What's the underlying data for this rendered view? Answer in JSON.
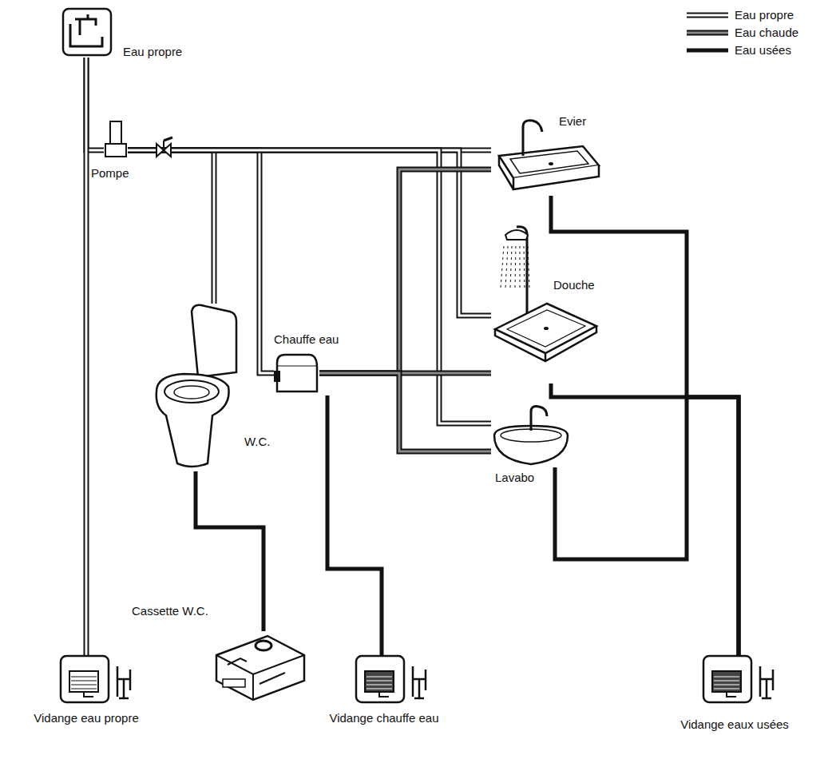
{
  "diagram": {
    "nodes": [
      {
        "text": [
          "Eau propre"
        ]
      },
      {
        "text": [
          "Pompe"
        ]
      },
      {
        "text": [
          "Evier"
        ]
      },
      {
        "text": [
          "Douche"
        ]
      },
      {
        "text": [
          "Chauffe eau"
        ]
      },
      {
        "text": [
          "W.C."
        ]
      },
      {
        "text": [
          "Lavabo"
        ]
      },
      {
        "text": [
          "Cassette W.C."
        ]
      },
      {
        "text": [
          "Vidange eau propre"
        ]
      },
      {
        "text": [
          "Vidange chauffe eau"
        ]
      },
      {
        "text": [
          "Vidange eaux usées"
        ]
      }
    ],
    "edges": [
      {
        "from": 0,
        "to": 1,
        "arrow": "none"
      },
      {
        "from": 0,
        "to": 8,
        "arrow": "none"
      },
      {
        "from": 1,
        "to": 2,
        "arrow": "none"
      },
      {
        "from": 1,
        "to": 5,
        "arrow": "none"
      },
      {
        "from": 1,
        "to": 4,
        "arrow": "none"
      },
      {
        "from": 1,
        "to": 3,
        "arrow": "none"
      },
      {
        "from": 1,
        "to": 6,
        "arrow": "none"
      },
      {
        "from": 4,
        "to": 2,
        "arrow": "none"
      },
      {
        "from": 4,
        "to": 3,
        "arrow": "none"
      },
      {
        "from": 4,
        "to": 6,
        "arrow": "none"
      },
      {
        "from": 2,
        "to": 10,
        "arrow": "none"
      },
      {
        "from": 3,
        "to": 10,
        "arrow": "none"
      },
      {
        "from": 6,
        "to": 10,
        "arrow": "none"
      },
      {
        "from": 5,
        "to": 7,
        "arrow": "none"
      },
      {
        "from": 4,
        "to": 9,
        "arrow": "none"
      }
    ],
    "legend": [
      {
        "text": "Eau propre"
      },
      {
        "text": "Eau chaude"
      },
      {
        "text": "Eau usées"
      }
    ]
  }
}
